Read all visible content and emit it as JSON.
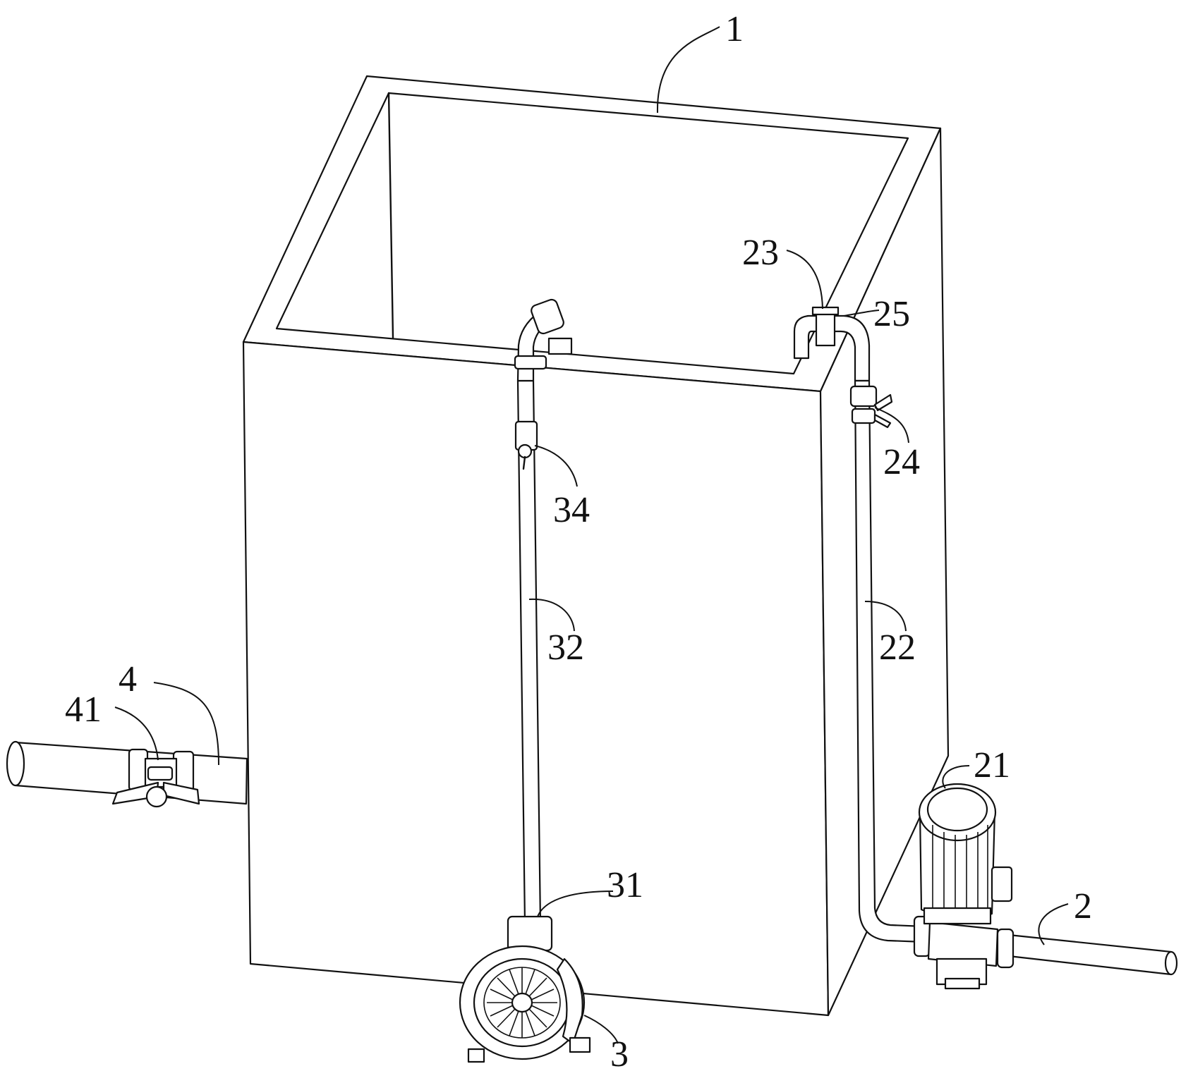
{
  "labels": {
    "l1": "1",
    "l2": "2",
    "l3": "3",
    "l4": "4",
    "l21": "21",
    "l22": "22",
    "l23": "23",
    "l24": "24",
    "l25": "25",
    "l31": "31",
    "l32": "32",
    "l34": "34",
    "l41": "41"
  }
}
